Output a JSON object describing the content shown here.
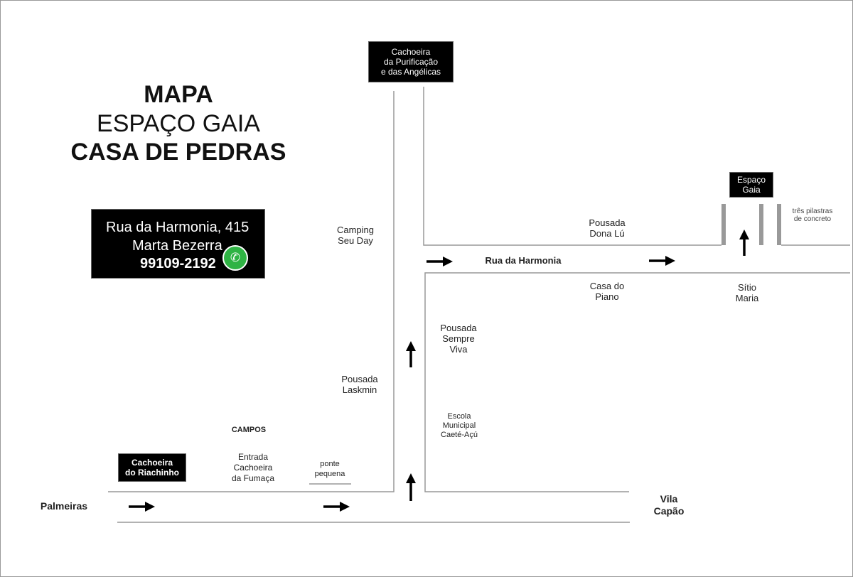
{
  "title": {
    "line1": "MAPA",
    "line2": "ESPAÇO GAIA",
    "line3": "CASA DE PEDRAS"
  },
  "contact": {
    "address": "Rua da Harmonia, 415",
    "name": "Marta Bezerra",
    "phone": "99109-2192",
    "icon": "whatsapp-icon"
  },
  "destinations": {
    "purificacao": [
      "Cachoeira",
      "da Purificação",
      "e das Angélicas"
    ],
    "espaco_gaia": [
      "Espaço",
      "Gaia"
    ],
    "riachinho": [
      "Cachoeira",
      "do Riachinho"
    ]
  },
  "labels": {
    "camping": [
      "Camping",
      "Seu Day"
    ],
    "pousada_dona_lu": [
      "Pousada",
      "Dona Lú"
    ],
    "rua_harmonia": "Rua da Harmonia",
    "pilastras": [
      "três pilastras",
      "de concreto"
    ],
    "casa_piano": [
      "Casa do",
      "Piano"
    ],
    "sitio_maria": [
      "Sítio",
      "Maria"
    ],
    "pousada_sempre_viva": [
      "Pousada",
      "Sempre",
      "Viva"
    ],
    "pousada_laskmin": [
      "Pousada",
      "Laskmin"
    ],
    "escola": [
      "Escola",
      "Municipal",
      "Caeté-Açú"
    ],
    "campos": "CAMPOS",
    "entrada_fumaca": [
      "Entrada",
      "Cachoeira",
      "da Fumaça"
    ],
    "ponte": [
      "ponte",
      "pequena"
    ],
    "palmeiras": "Palmeiras",
    "vila_capao": [
      "Vila",
      "Capão"
    ]
  },
  "colors": {
    "road": "#999999",
    "box": "#000000",
    "pillar": "#999999"
  }
}
